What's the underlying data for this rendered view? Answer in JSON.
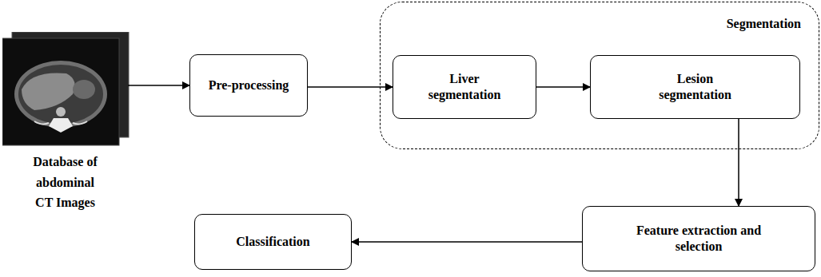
{
  "diagram": {
    "nodes": [
      {
        "text": [
          "Database of abdominal CT Images"
        ]
      },
      {
        "text": [
          "Pre-processing"
        ]
      },
      {
        "text": [
          "Segmentation"
        ]
      },
      {
        "text": [
          "Liver segmentation"
        ],
        "in": 2
      },
      {
        "text": [
          "Lesion segmentation"
        ],
        "in": 2
      },
      {
        "text": [
          "Feature extraction and selection"
        ]
      },
      {
        "text": [
          "Classification"
        ]
      }
    ],
    "edges": [
      {
        "from": 0,
        "to": 1,
        "arrow": "to"
      },
      {
        "from": 1,
        "to": 3,
        "arrow": "to"
      },
      {
        "from": 3,
        "to": 4,
        "arrow": "to"
      },
      {
        "from": 4,
        "to": 5,
        "arrow": "to"
      },
      {
        "from": 5,
        "to": 6,
        "arrow": "to"
      }
    ]
  }
}
